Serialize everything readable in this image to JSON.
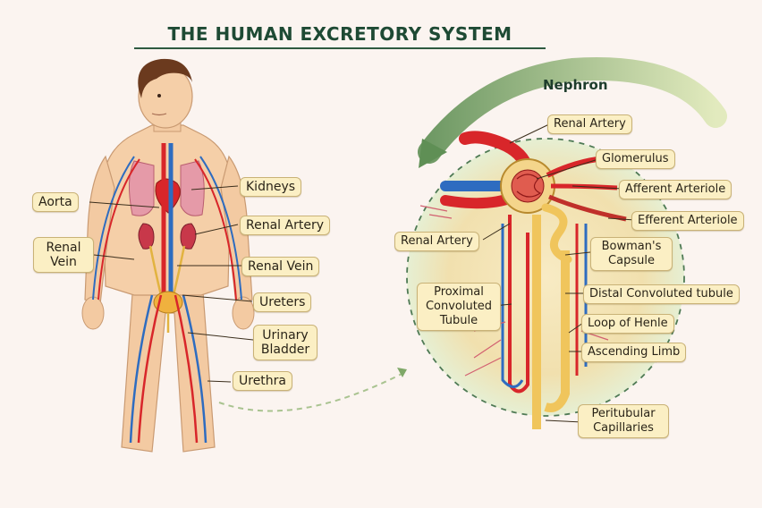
{
  "title": "THE HUMAN EXCRETORY SYSTEM",
  "nephron_title": "Nephron",
  "body_labels": {
    "aorta": "Aorta",
    "renal_vein_line1": "Renal",
    "renal_vein_line2": "Vein",
    "kidneys": "Kidneys",
    "renal_artery": "Renal Artery",
    "renal_vein": "Renal Vein",
    "ureters": "Ureters",
    "bladder_line1": "Urinary",
    "bladder_line2": "Bladder",
    "urethra": "Urethra"
  },
  "nephron_labels": {
    "renal_artery_top": "Renal Artery",
    "glomerulus": "Glomerulus",
    "afferent": "Afferent Arteriole",
    "efferent": "Efferent Arteriole",
    "renal_artery_left": "Renal Artery",
    "bowmans_line1": "Bowman's",
    "bowmans_line2": "Capsule",
    "pct_line1": "Proximal",
    "pct_line2": "Convoluted",
    "pct_line3": "Tubule",
    "dct": "Distal Convoluted tubule",
    "loop": "Loop of Henle",
    "ascending": "Ascending Limb",
    "peritubular_line1": "Peritubular",
    "peritubular_line2": "Capillaries"
  },
  "colors": {
    "artery": "#d8262a",
    "vein": "#2e6cc0",
    "skin": "#f5cfa8",
    "label_bg": "#fbefc4",
    "title": "#1e4a34"
  }
}
